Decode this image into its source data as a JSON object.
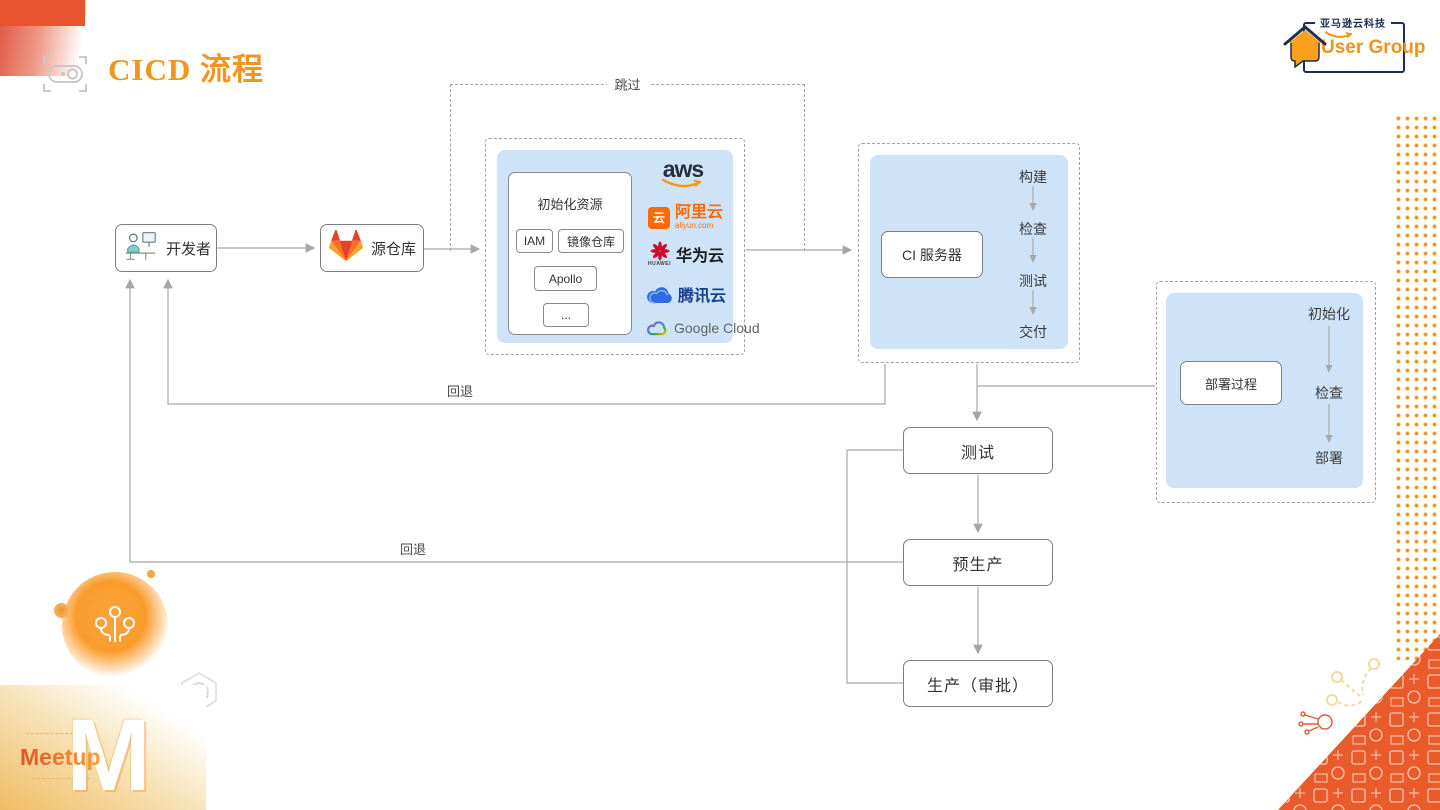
{
  "slide": {
    "title": "CICD 流程"
  },
  "header_logo": {
    "org": "亚马逊云科技",
    "group": "User Group"
  },
  "diagram": {
    "developer": "开发者",
    "source_repo": "源仓库",
    "skip": "跳过",
    "rollback": "回退",
    "init": {
      "title": "初始化资源",
      "items": [
        "IAM",
        "镜像仓库",
        "Apollo",
        "..."
      ]
    },
    "clouds": {
      "aws": "aws",
      "aliyun": "阿里云",
      "aliyun_domain": "aliyun.com",
      "aliyun_icon": "云",
      "huawei": "华为云",
      "huawei_sub": "HUAWEI",
      "tencent": "腾讯云",
      "google": "Google Cloud"
    },
    "ci": {
      "label": "CI 服务器",
      "steps": [
        "构建",
        "检查",
        "测试",
        "交付"
      ]
    },
    "deploy": {
      "label": "部署过程",
      "steps": [
        "初始化",
        "检查",
        "部署"
      ]
    },
    "stages": [
      "测试",
      "预生产",
      "生产（审批）"
    ]
  },
  "footer": {
    "brand": "Meetup",
    "letter": "M"
  },
  "colors": {
    "accent_orange": "#F0961E",
    "panel_blue": "#CFE3F8",
    "corner_orange": "#E8542E",
    "triangle_orange": "#EA5B2B",
    "dot_grid_orange": "#F2A93E",
    "line_gray": "#A6A6A6"
  }
}
